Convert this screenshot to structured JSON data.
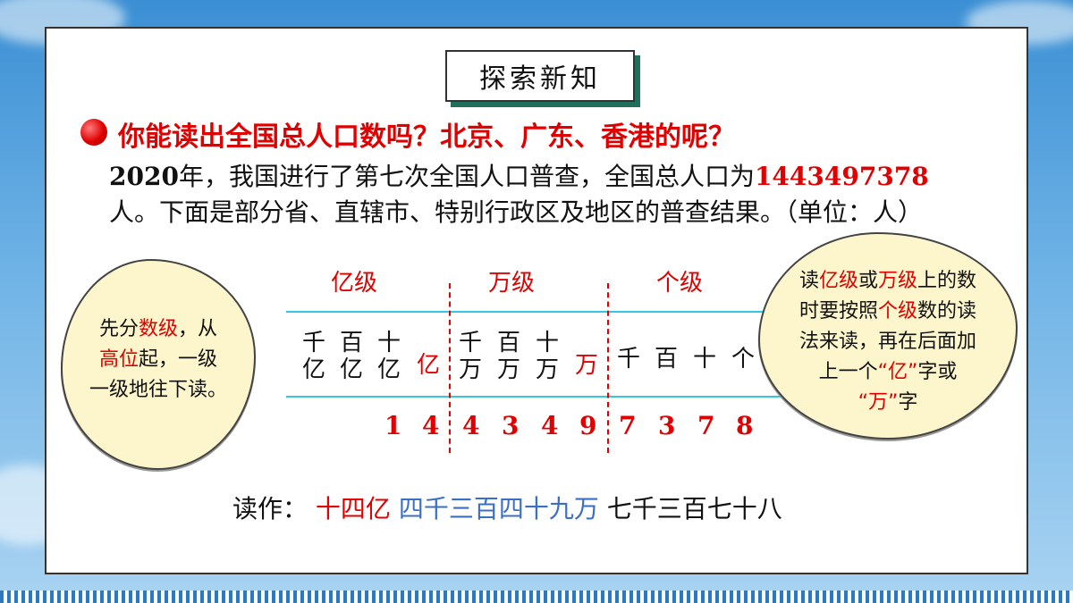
{
  "title": "探索新知",
  "question": "你能读出全国总人口数吗？北京、广东、香港的呢？",
  "paragraph": {
    "year": "2020",
    "text1": "年，我国进行了第七次全国人口普查，全国总人口为",
    "number": "1443497378",
    "text2": "人。下面是部分省、直辖市、特别行政区及地区的普查结果。（单位：人）"
  },
  "levels": [
    "亿级",
    "万级",
    "个级"
  ],
  "places": {
    "yi_group": [
      "千\n亿",
      "百\n亿",
      "十\n亿"
    ],
    "yi_unit": "亿",
    "wan_group": [
      "千\n万",
      "百\n万",
      "十\n万"
    ],
    "wan_unit": "万",
    "ge_group": [
      "千",
      "百",
      "十",
      "个"
    ]
  },
  "digits": [
    "1",
    "4",
    "4",
    "3",
    "4",
    "9",
    "7",
    "3",
    "7",
    "8"
  ],
  "left_cloud": {
    "p1": "先分",
    "h1": "数级",
    "p2": "，从",
    "h2": "高位",
    "p3": "起，一级",
    "p4": "一级地往下读。"
  },
  "right_cloud": {
    "p1": "读",
    "h1": "亿级",
    "p2": "或",
    "h2": "万级",
    "p3": "上的数",
    "p4": "时要按照",
    "h3": "个级",
    "p5": "数的读",
    "p6": "法来读，再在后面加",
    "p7": "上一个",
    "h4": "“亿”",
    "p8": "字或",
    "h5": "“万”",
    "p9": "字"
  },
  "reading": {
    "label": "读作：",
    "part1": "十四亿",
    "part2": "四千三百四十九万",
    "part3": "七千三百七十八"
  },
  "colors": {
    "accent_red": "#e00000",
    "blue": "#3a6fc4",
    "cyan_line": "#33c8e0",
    "cloud_fill": "#fdf5cc"
  }
}
